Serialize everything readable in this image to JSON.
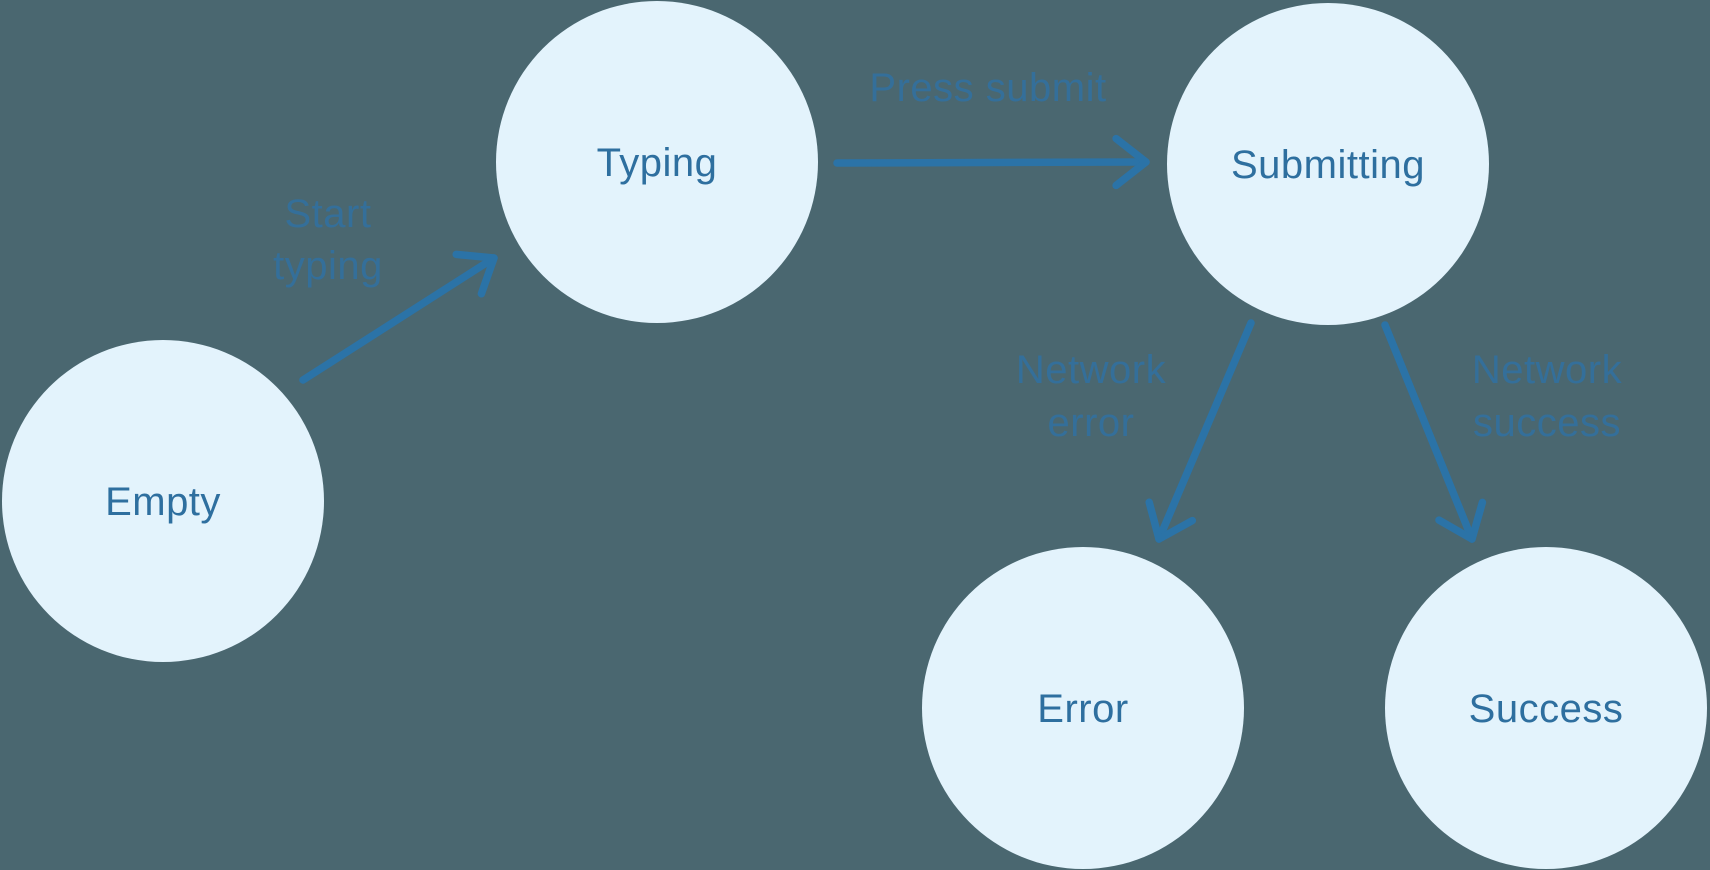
{
  "diagram": {
    "type": "state-machine",
    "colors": {
      "background": "#4a6770",
      "node_fill": "#e3f3fc",
      "node_text": "#2e6f9f",
      "arrow": "#2b73a7",
      "edge_label": "#2f72a5"
    },
    "nodes": [
      {
        "id": "empty",
        "label": "Empty"
      },
      {
        "id": "typing",
        "label": "Typing"
      },
      {
        "id": "submitting",
        "label": "Submitting"
      },
      {
        "id": "error",
        "label": "Error"
      },
      {
        "id": "success",
        "label": "Success"
      }
    ],
    "edges": [
      {
        "from": "empty",
        "to": "typing",
        "label": "Start typing",
        "label_lines": [
          "Start",
          "typing"
        ]
      },
      {
        "from": "typing",
        "to": "submitting",
        "label": "Press submit",
        "label_lines": [
          "Press submit"
        ]
      },
      {
        "from": "submitting",
        "to": "error",
        "label": "Network error",
        "label_lines": [
          "Network",
          "error"
        ]
      },
      {
        "from": "submitting",
        "to": "success",
        "label": "Network success",
        "label_lines": [
          "Network",
          "success"
        ]
      }
    ]
  }
}
